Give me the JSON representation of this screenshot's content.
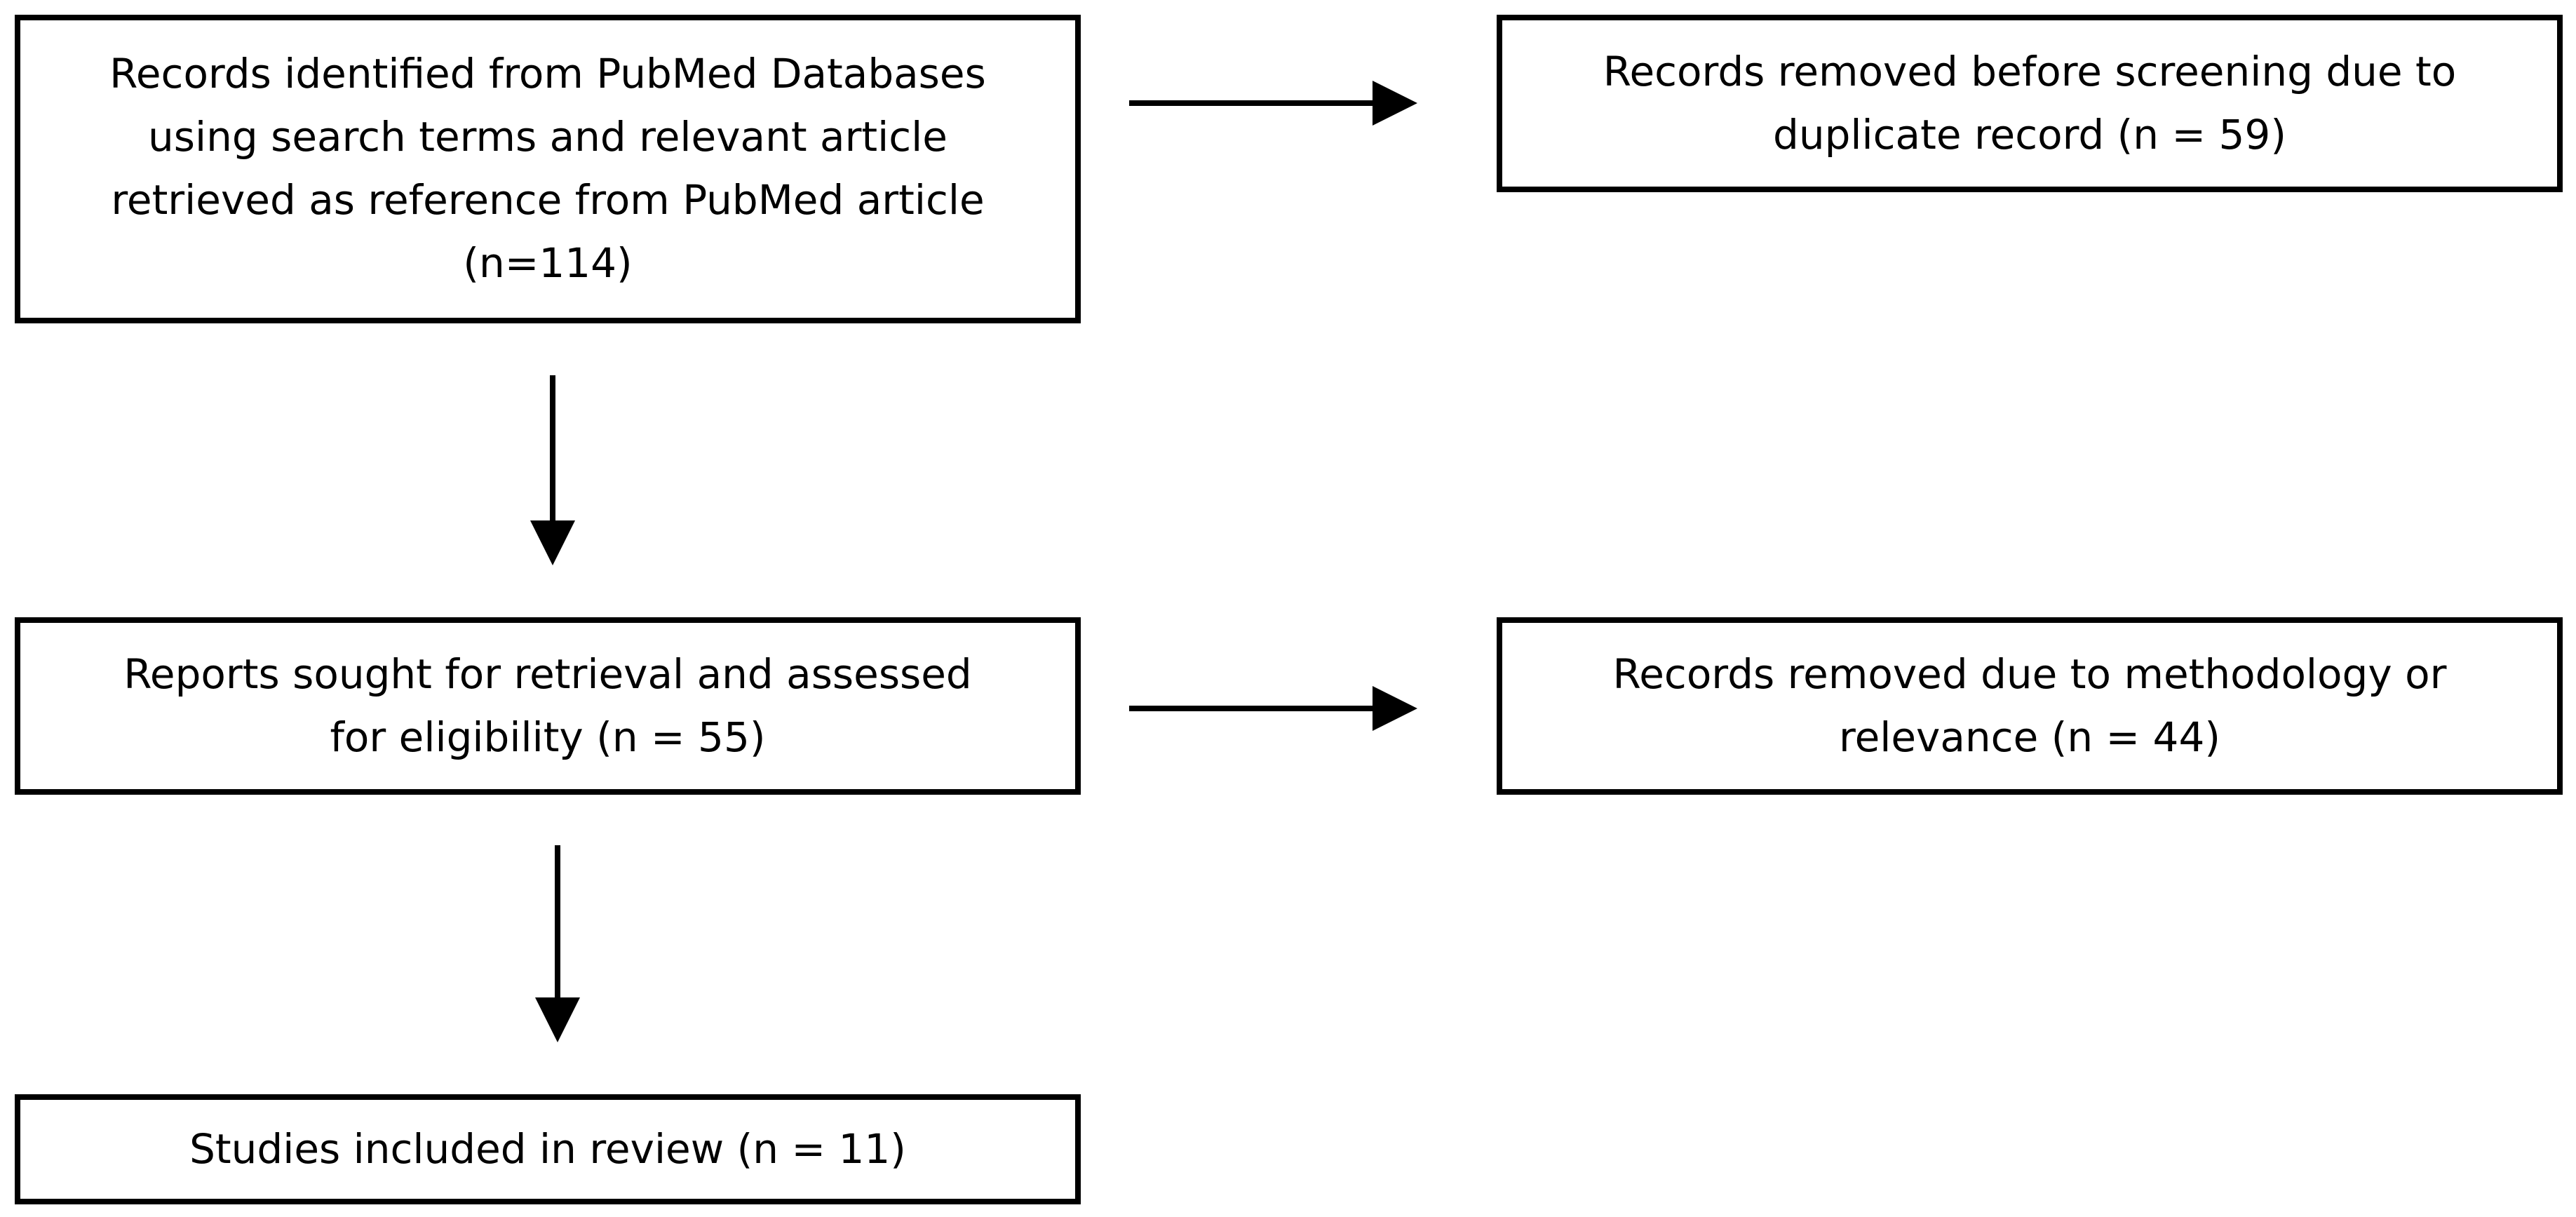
{
  "diagram": {
    "boxes": {
      "identified": "Records identified from PubMed Databases\nusing search terms and relevant article\nretrieved as reference from PubMed article\n(n=114)",
      "removed_duplicate": "Records removed before screening due to\nduplicate record (n = 59)",
      "sought": "Reports sought for retrieval and assessed\nfor eligibility (n = 55)",
      "removed_methodology": "Records removed due to methodology or\nrelevance (n = 44)",
      "included": "Studies included in review (n = 11)"
    },
    "colors": {
      "stroke": "#000000",
      "fill": "#ffffff"
    }
  }
}
